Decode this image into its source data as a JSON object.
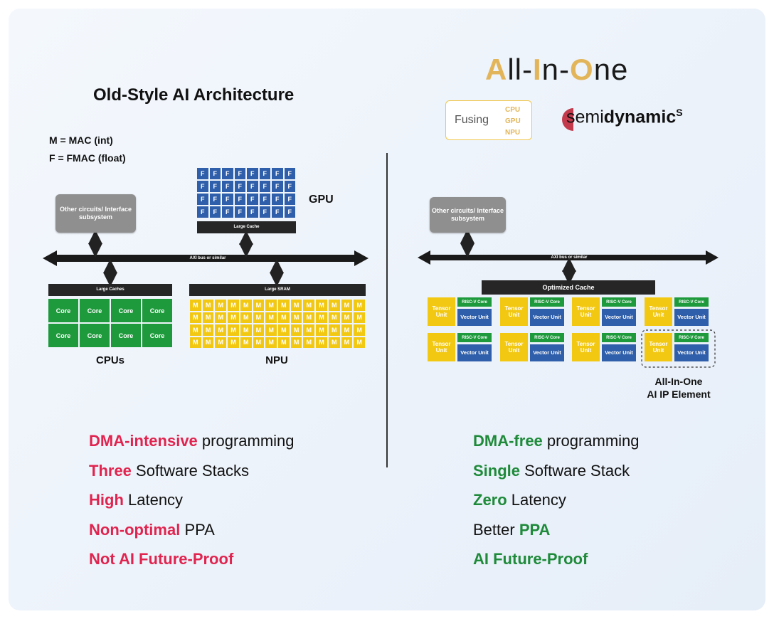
{
  "left": {
    "title": "Old-Style AI Architecture",
    "legend": [
      "M = MAC (int)",
      "F = FMAC (float)"
    ],
    "other_circuits": "Other circuits/ Interface subsystem",
    "gpu_label": "GPU",
    "gpu_cache": "Large Cache",
    "gpu_cell": "F",
    "bus": "AXI bus or similar",
    "cpu_cache": "Large Caches",
    "cpu_cell": "Core",
    "cpu_label": "CPUs",
    "npu_cache": "Large SRAM",
    "npu_cell": "M",
    "npu_label": "NPU",
    "bullets": [
      {
        "hl": "DMA-intensive",
        "rest": " programming"
      },
      {
        "hl": "Three",
        "rest": " Software Stacks"
      },
      {
        "hl": "High",
        "rest": " Latency"
      },
      {
        "hl": "Non-optimal",
        "rest": " PPA"
      },
      {
        "hl": "Not AI Future-Proof",
        "rest": ""
      }
    ]
  },
  "right": {
    "title_parts": [
      "A",
      "ll-",
      "I",
      "n-",
      "O",
      "ne"
    ],
    "fusing": "Fusing",
    "fusing_items": [
      "CPU",
      "GPU",
      "NPU"
    ],
    "logo": {
      "pre": "semi",
      "bold": "dynamic",
      "sup": "S"
    },
    "other_circuits": "Other circuits/ Interface subsystem",
    "bus": "AXI bus or similar",
    "cache": "Optimized Cache",
    "tensor": "Tensor Unit",
    "risc": "RISC-V Core",
    "vector": "Vector Unit",
    "element_label": [
      "All-In-One",
      "AI IP Element"
    ],
    "bullets": [
      {
        "hl": "DMA-free",
        "rest": " programming",
        "pre": ""
      },
      {
        "hl": "Single",
        "rest": " Software Stack",
        "pre": ""
      },
      {
        "hl": "Zero",
        "rest": " Latency",
        "pre": ""
      },
      {
        "hl": "PPA",
        "rest": "",
        "pre": "Better "
      },
      {
        "hl": "AI Future-Proof",
        "rest": "",
        "pre": ""
      }
    ]
  },
  "colors": {
    "red": "#e0244f",
    "green": "#1e8a3a",
    "gold": "#e3b55a",
    "gpu_blue": "#2f5faa",
    "npu_yellow": "#f2c813",
    "cpu_green": "#1e9a3c"
  }
}
